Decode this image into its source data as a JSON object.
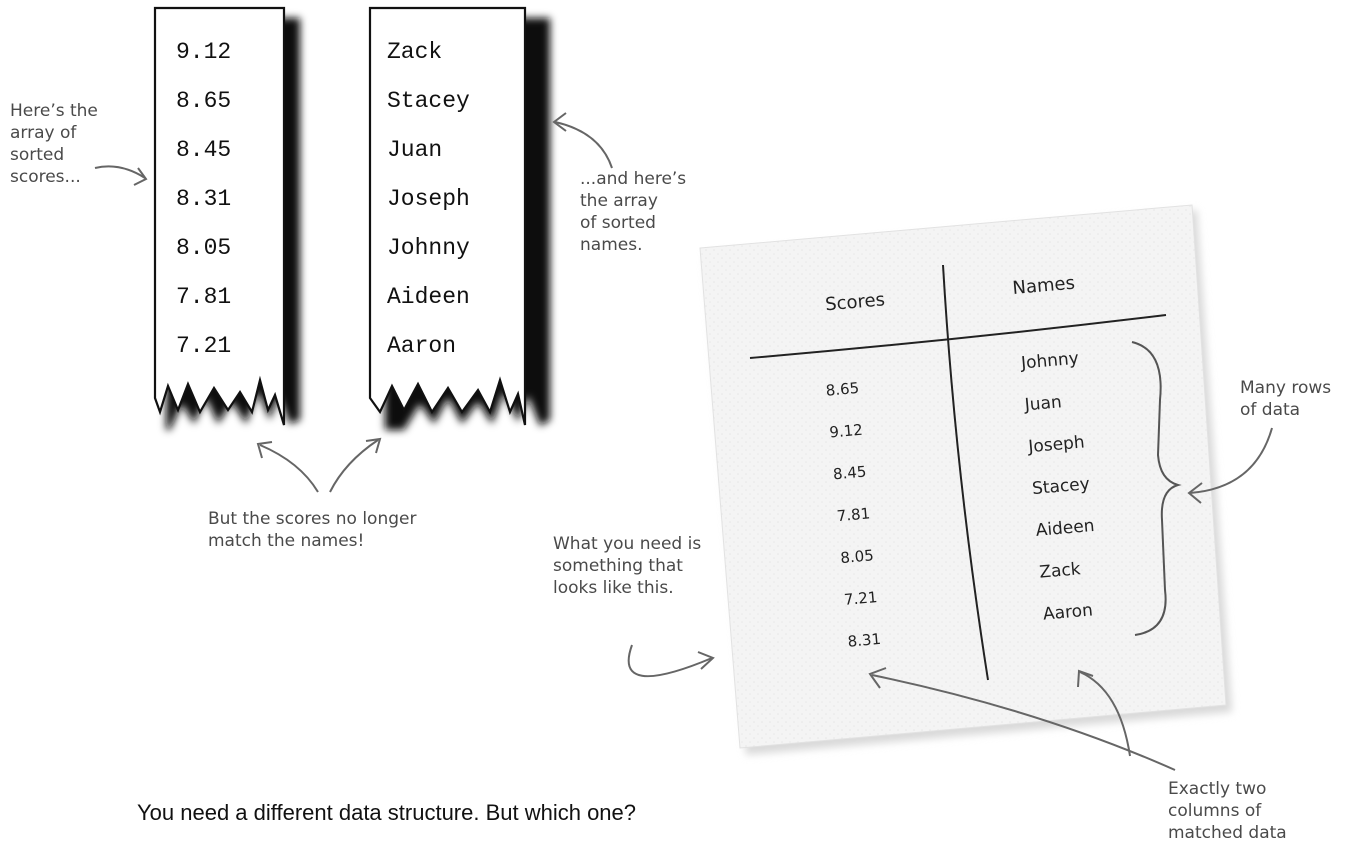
{
  "scores_array": [
    "9.12",
    "8.65",
    "8.45",
    "8.31",
    "8.05",
    "7.81",
    "7.21"
  ],
  "names_array": [
    "Zack",
    "Stacey",
    "Juan",
    "Joseph",
    "Johnny",
    "Aideen",
    "Aaron"
  ],
  "annotations": {
    "sorted_scores": [
      "Here’s the",
      "array of",
      "sorted",
      "scores..."
    ],
    "sorted_names": [
      "...and here’s",
      "the array",
      "of sorted",
      "names."
    ],
    "mismatch": [
      "But the scores no longer",
      "match the names!"
    ],
    "what_you_need": [
      "What you need is",
      "something that",
      "looks like this."
    ],
    "many_rows": [
      "Many rows",
      "of data"
    ],
    "two_columns": [
      "Exactly two",
      "columns of",
      "matched data"
    ]
  },
  "napkin": {
    "scores_header": "Scores",
    "names_header": "Names",
    "scores": [
      "8.65",
      "9.12",
      "8.45",
      "7.81",
      "8.05",
      "7.21",
      "8.31"
    ],
    "names": [
      "Johnny",
      "Juan",
      "Joseph",
      "Stacey",
      "Aideen",
      "Zack",
      "Aaron"
    ]
  },
  "bottom_text": "You need a different data structure. But which one?"
}
